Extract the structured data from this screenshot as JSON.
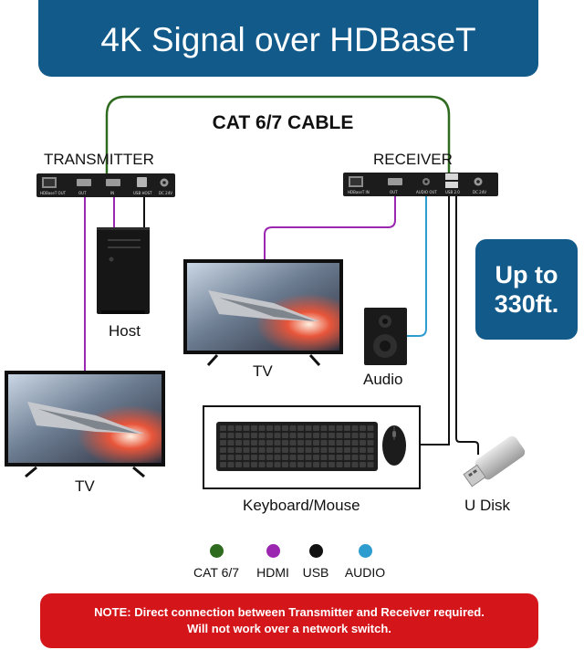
{
  "title": "4K Signal over HDBaseT",
  "cable_label": "CAT 6/7 CABLE",
  "transmitter": {
    "label": "TRANSMITTER",
    "ports": [
      "HDBaseT OUT",
      "OUT",
      "IN",
      "USB HOST",
      "DC 24V"
    ]
  },
  "receiver": {
    "label": "RECEIVER",
    "ports": [
      "HDBaseT IN",
      "OUT",
      "AUDIO OUT",
      "USB 2.0",
      "DC 24V"
    ]
  },
  "devices": {
    "host": "Host",
    "tv_receiver": "TV",
    "tv_transmitter": "TV",
    "audio": "Audio",
    "keyboard_mouse": "Keyboard/Mouse",
    "udisk": "U Disk"
  },
  "range": {
    "line1": "Up to",
    "line2": "330ft."
  },
  "legend": [
    {
      "label": "CAT 6/7",
      "color": "#2e6b1f"
    },
    {
      "label": "HDMI",
      "color": "#9b27b0"
    },
    {
      "label": "USB",
      "color": "#111111"
    },
    {
      "label": "AUDIO",
      "color": "#2f9ccf"
    }
  ],
  "note": {
    "line1": "NOTE: Direct connection between Transmitter and Receiver required.",
    "line2": "Will not work over a network switch."
  }
}
